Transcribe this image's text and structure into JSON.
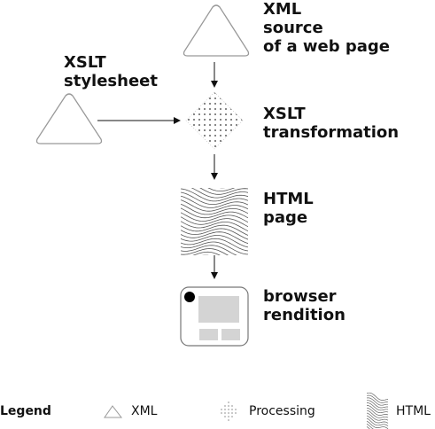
{
  "nodes": {
    "xml_source": {
      "lines": [
        "XML",
        "source",
        "of a web page"
      ]
    },
    "xslt_stylesheet": {
      "lines": [
        "XSLT",
        "stylesheet"
      ]
    },
    "xslt_transformation": {
      "lines": [
        "XSLT",
        "transformation"
      ]
    },
    "html_page": {
      "lines": [
        "HTML",
        "page"
      ]
    },
    "browser_rendition": {
      "lines": [
        "browser",
        "rendition"
      ]
    }
  },
  "legend": {
    "title": "Legend",
    "items": [
      {
        "icon": "xml-triangle-icon",
        "label": "XML"
      },
      {
        "icon": "processing-dots-icon",
        "label": "Processing"
      },
      {
        "icon": "html-waves-icon",
        "label": "HTML"
      }
    ]
  }
}
